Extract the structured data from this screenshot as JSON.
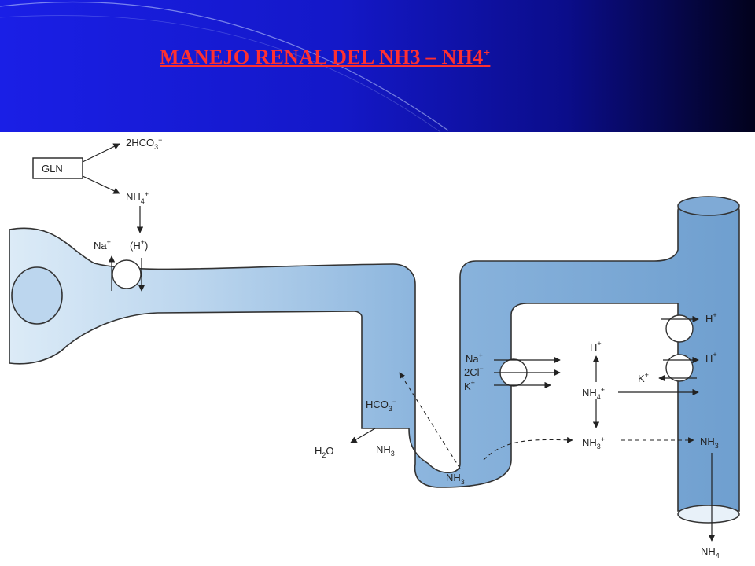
{
  "title": {
    "main": "MANEJO  RENAL  DEL  NH3 – NH4",
    "sup": "+"
  },
  "colors": {
    "tube": "#aecde9",
    "tube_dark": "#6f9fcf",
    "outline": "#333333",
    "header_start": "#1a1fe6",
    "header_end": "#02021c",
    "title": "#ff3030"
  },
  "labels": {
    "gln": "GLN",
    "hco3_top": {
      "base": "2HCO",
      "sub": "3",
      "sup": "−"
    },
    "nh4_top": {
      "base": "NH",
      "sub": "4",
      "sup": "+"
    },
    "na_prox": {
      "base": "Na",
      "sup": "+"
    },
    "h_prox": {
      "base": "(H",
      "sup": "+",
      "tail": ")"
    },
    "hco3_loop": {
      "base": "HCO",
      "sub": "3",
      "sup": "−"
    },
    "h2o": {
      "base": "H",
      "sub": "2",
      "tail": "O"
    },
    "nh3_desc": {
      "base": "NH",
      "sub": "3"
    },
    "nh3_bottom": {
      "base": "NH",
      "sub": "3"
    },
    "na_asc": {
      "base": "Na",
      "sup": "+"
    },
    "cl_asc": {
      "base": "2Cl",
      "sup": "−"
    },
    "k_asc": {
      "base": "K",
      "sup": "+"
    },
    "h_mid": {
      "base": "H",
      "sup": "+"
    },
    "nh4_mid": {
      "base": "NH",
      "sub": "4",
      "sup": "+"
    },
    "nh3_mid": {
      "base": "NH",
      "sub": "3",
      "sup": "+"
    },
    "h_col1": {
      "base": "H",
      "sup": "+"
    },
    "h_col2": {
      "base": "H",
      "sup": "+"
    },
    "k_col": {
      "base": "K",
      "sup": "+"
    },
    "nh3_col": {
      "base": "NH",
      "sub": "3"
    },
    "nh4_out": {
      "base": "NH",
      "sub": "4"
    }
  }
}
